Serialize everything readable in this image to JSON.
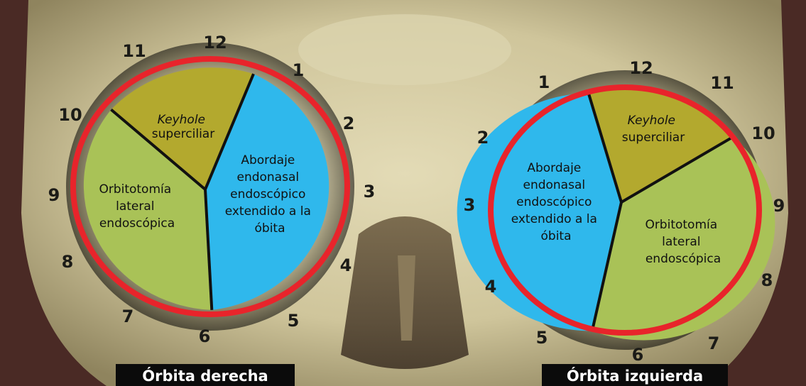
{
  "colors": {
    "orbit_outline": "#e8242b",
    "keyhole_sector": "#b3a92e",
    "lateral_sector": "#a9c257",
    "endonasal_sector": "#2fb8ec",
    "divider": "#111111",
    "skull": "#d8cfa8",
    "background": "#4a2a25"
  },
  "right_orbit": {
    "caption": "Órbita derecha",
    "clock_numbers": [
      "12",
      "1",
      "2",
      "3",
      "4",
      "5",
      "6",
      "7",
      "8",
      "9",
      "10",
      "11"
    ],
    "sectors": {
      "keyhole": {
        "line1": "Keyhole",
        "line2": "superciliar"
      },
      "lateral": {
        "line1": "Orbitotomía",
        "line2": "lateral",
        "line3": "endoscópica"
      },
      "endonasal": {
        "line1": "Abordaje",
        "line2": "endonasal",
        "line3": "endoscópico",
        "line4": "extendido a la",
        "line5": "óbita"
      }
    }
  },
  "left_orbit": {
    "caption": "Órbita izquierda",
    "clock_numbers": [
      "12",
      "1",
      "2",
      "3",
      "4",
      "5",
      "6",
      "7",
      "8",
      "9",
      "10",
      "11"
    ],
    "sectors": {
      "keyhole": {
        "line1": "Keyhole",
        "line2": "superciliar"
      },
      "lateral": {
        "line1": "Orbitotomía",
        "line2": "lateral",
        "line3": "endoscópica"
      },
      "endonasal": {
        "line1": "Abordaje",
        "line2": "endonasal",
        "line3": "endoscópico",
        "line4": "extendido a la",
        "line5": "óbita"
      }
    }
  }
}
